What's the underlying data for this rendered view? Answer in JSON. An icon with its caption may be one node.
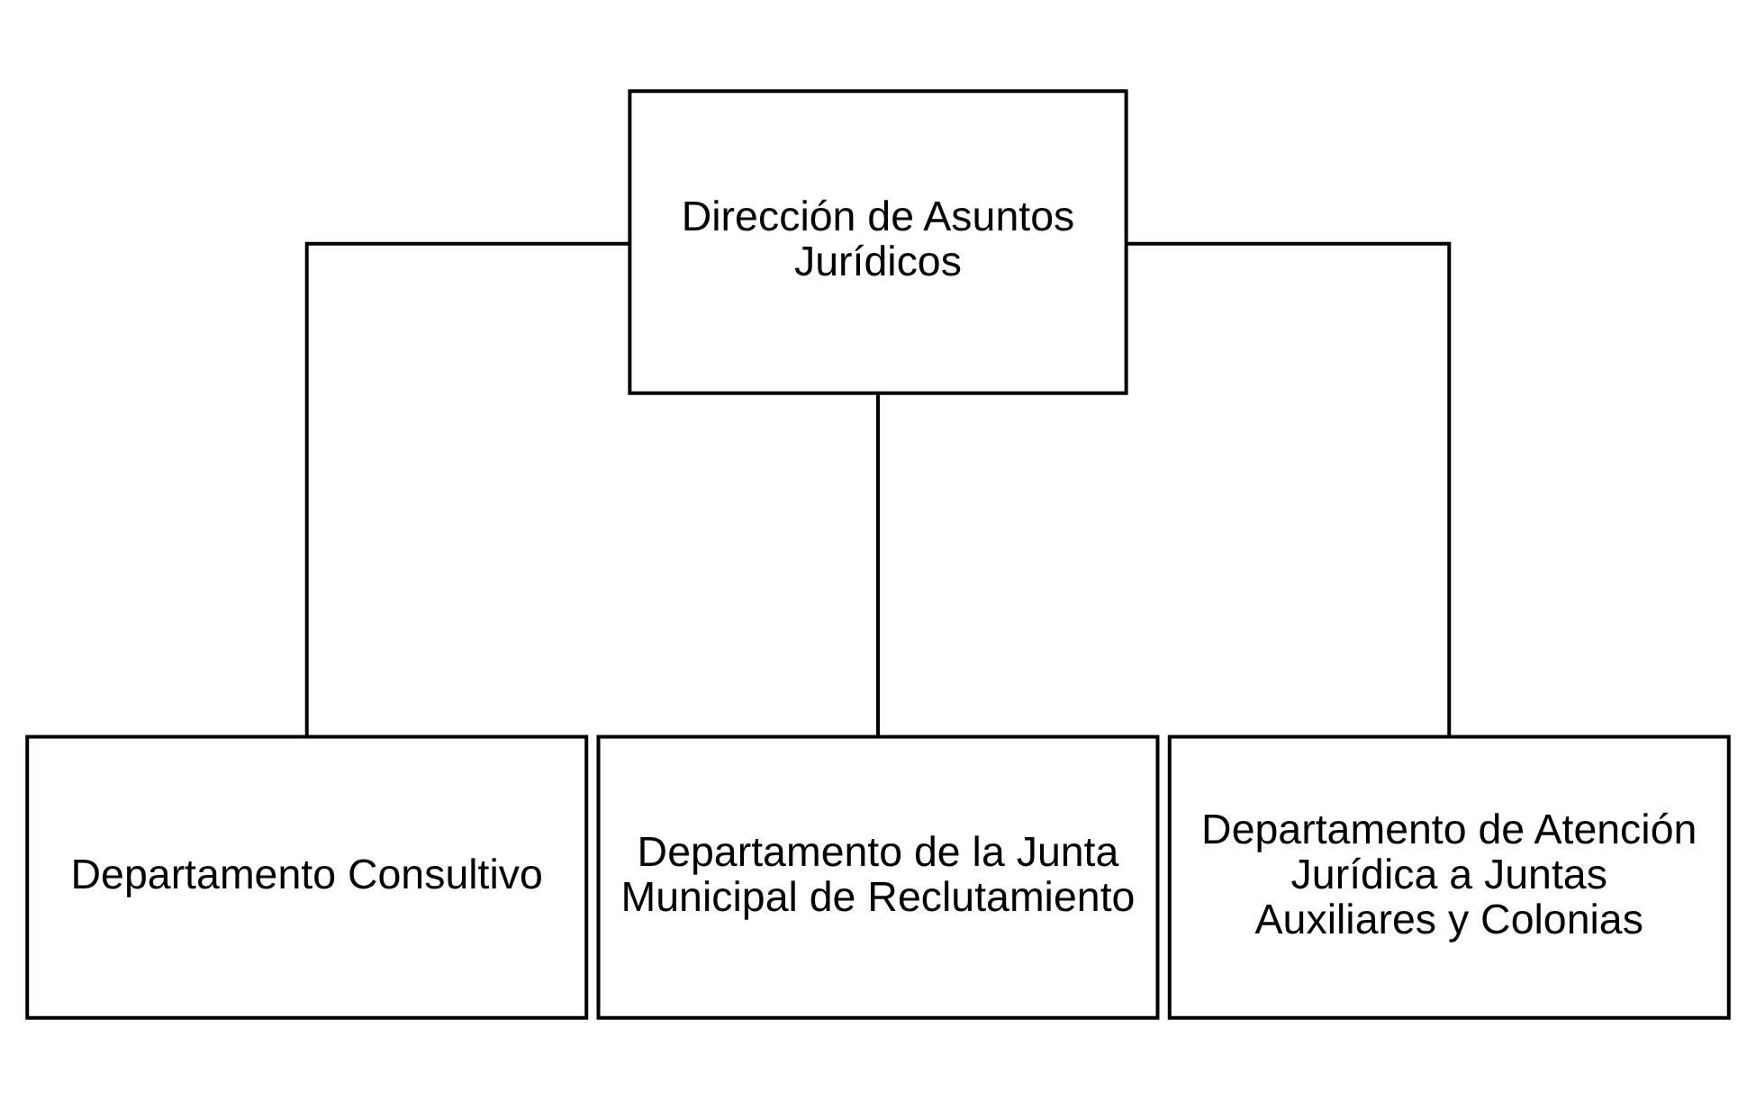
{
  "diagram": {
    "nodes": [
      {
        "text": [
          "Dirección de Asuntos Jurídicos"
        ]
      },
      {
        "text": [
          "Departamento Consultivo"
        ]
      },
      {
        "text": [
          "Departamento de la Junta Municipal de Reclutamiento"
        ]
      },
      {
        "text": [
          "Departamento de Atención Jurídica a Juntas Auxiliares y Colonias"
        ]
      }
    ],
    "edges": [
      {
        "from": 0,
        "to": 1,
        "arrow": "none"
      },
      {
        "from": 0,
        "to": 2,
        "arrow": "none"
      },
      {
        "from": 0,
        "to": 3,
        "arrow": "none"
      }
    ]
  }
}
